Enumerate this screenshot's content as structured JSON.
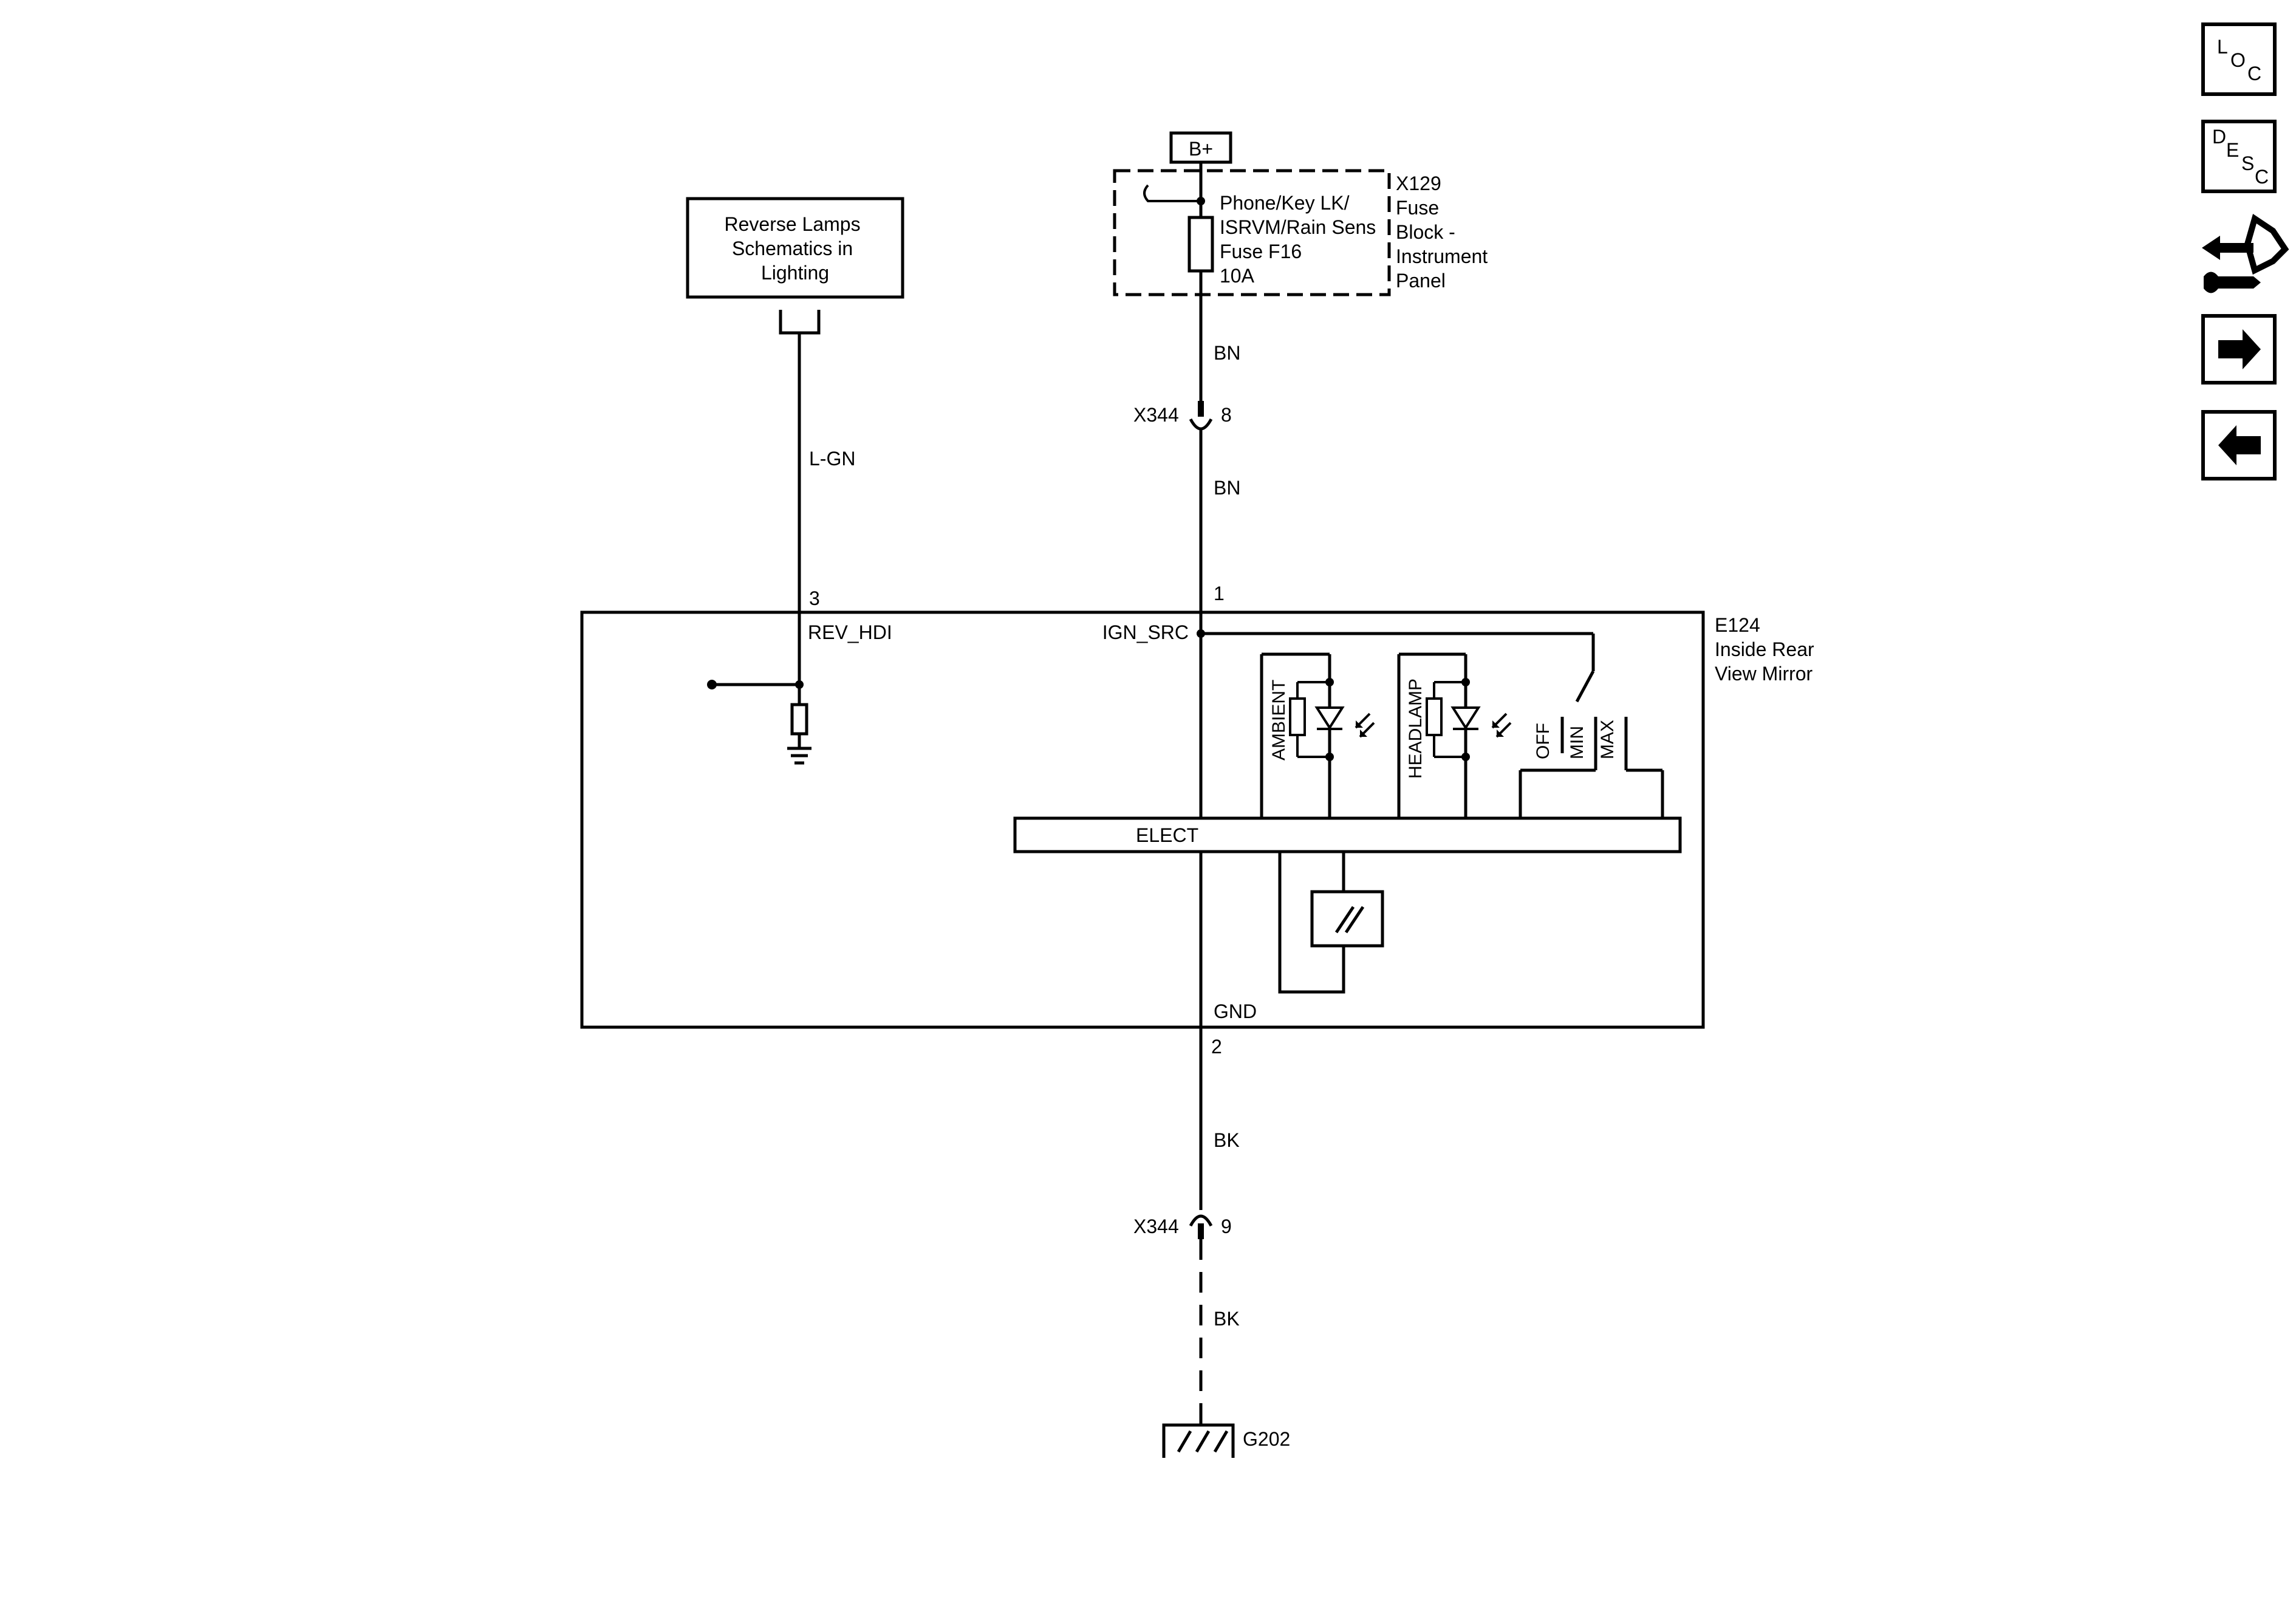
{
  "supply": {
    "battery_label": "B+",
    "fuse_name_lines": [
      "Phone/Key LK/",
      "ISRVM/Rain Sens",
      "Fuse F16",
      "10A"
    ],
    "fuse_block_lines": [
      "X129",
      "Fuse",
      "Block -",
      "Instrument",
      "Panel"
    ]
  },
  "wires": {
    "bn_upper": "BN",
    "bn_lower": "BN",
    "lgn": "L-GN",
    "bk_upper": "BK",
    "bk_lower": "BK"
  },
  "connectors": {
    "x344_top": {
      "name": "X344",
      "pin": "8"
    },
    "x344_bottom": {
      "name": "X344",
      "pin": "9"
    }
  },
  "reference_box": {
    "lines": [
      "Reverse Lamps",
      "Schematics in",
      "Lighting"
    ]
  },
  "mirror": {
    "component_lines": [
      "E124",
      "Inside Rear",
      "View Mirror"
    ],
    "pin_rev": "3",
    "pin_ign": "1",
    "pin_gnd": "2",
    "rev_label": "REV_HDI",
    "ign_label": "IGN_SRC",
    "gnd_label": "GND",
    "elect_label": "ELECT",
    "ambient_label": "AMBIENT",
    "headlamp_label": "HEADLAMP",
    "switch_positions": [
      "OFF",
      "MIN",
      "MAX"
    ]
  },
  "ground": {
    "name": "G202"
  },
  "nav": {
    "loc": {
      "l": "L",
      "o": "O",
      "c": "C"
    },
    "desc": {
      "d": "D",
      "e": "E",
      "s": "S",
      "c": "C"
    }
  }
}
